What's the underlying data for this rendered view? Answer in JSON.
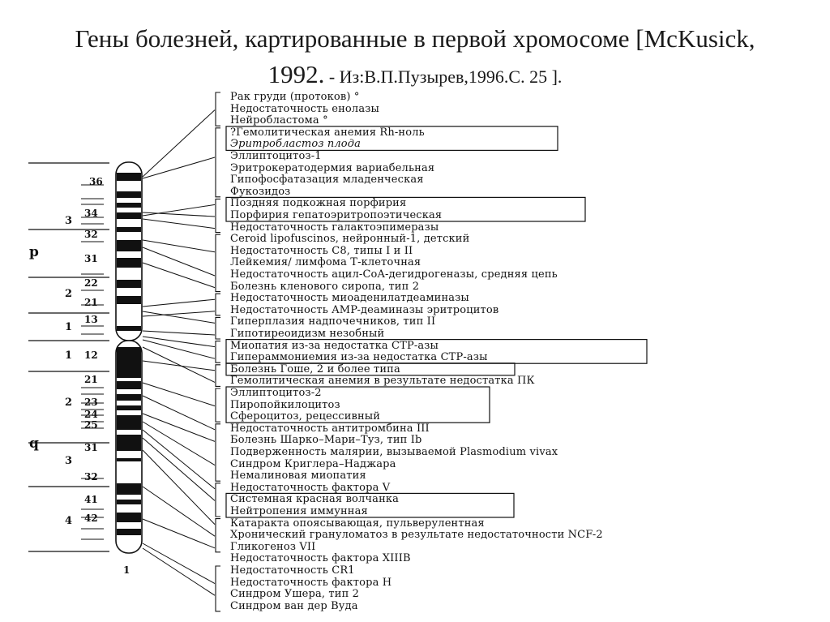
{
  "title": {
    "main_line1": "Гены болезней, картированные в первой хромосоме [McKusick,",
    "main_year": "1992.",
    "small": " - Из:В.П.Пузырев,1996.С. 25 ]."
  },
  "chromosome": {
    "arms": [
      "p",
      "q"
    ],
    "regions": [
      "3",
      "2",
      "1",
      "1",
      "2",
      "3",
      "4"
    ],
    "bands": [
      "36",
      "34",
      "32",
      "31",
      "22",
      "21",
      "13",
      "12",
      "21",
      "23",
      "24",
      "25",
      "31",
      "32",
      "41",
      "42",
      "1"
    ]
  },
  "genes": [
    "Рак груди (протоков) °",
    "Недостаточность енолазы",
    "Нейробластома °",
    "?Гемолитическая анемия Rh-ноль",
    "Эритробластоз плода",
    "Эллиптоцитоз-1",
    "Эритрокератодермия вариабельная",
    "Гипофосфатазация младенческая",
    "Фукозидоз",
    "Поздняя подкожная порфирия",
    "Порфирия гепатоэритропоэтическая",
    "Недостаточность галактоэпимеразы",
    "Ceroid lipofuscinos, нейронный-1, детский",
    "Недостаточность C8, типы I и II",
    "Лейкемия/ лимфома Т-клеточная",
    "Недостаточность ацил-CoA-дегидрогеназы, средняя цепь",
    "Болезнь кленового сиропа, тип 2",
    "Недостаточность миоаденилатдеаминазы",
    "Недостаточность AMP-деаминазы эритроцитов",
    "Гиперплазия надпочечников, тип II",
    "Гипотиреоидизм незобный",
    "Миопатия из-за недостатка СТР-азы",
    "Гипераммониемия из-за недостатка СТР-азы",
    "Болезнь Гоше, 2 и более типа",
    "Гемолитическая анемия в результате недостатка ПК",
    "Эллиптоцитоз-2",
    "Пиропойкилоцитоз",
    "Сфероцитоз, рецессивный",
    "Недостаточность антитромбина III",
    "Болезнь Шарко–Мари–Туз, тип Ib",
    "Подверженность малярии, вызываемой Plasmodium vivax",
    "Синдром Криглера–Наджара",
    "Немалиновая миопатия",
    "Недостаточность  фактора V",
    "Системная красная волчанка",
    "Нейтропения иммунная",
    "Катаракта опоясывающая, пульверулентная",
    "Хронический грануломатоз в результате недостаточности NCF-2",
    "Гликогеноз VII",
    "Недостаточность фактора XIIIB",
    "Недостаточность CR1",
    "Недостаточность фактора H",
    "Синдром Ушера, тип 2",
    "Синдром ван дер Вуда"
  ]
}
